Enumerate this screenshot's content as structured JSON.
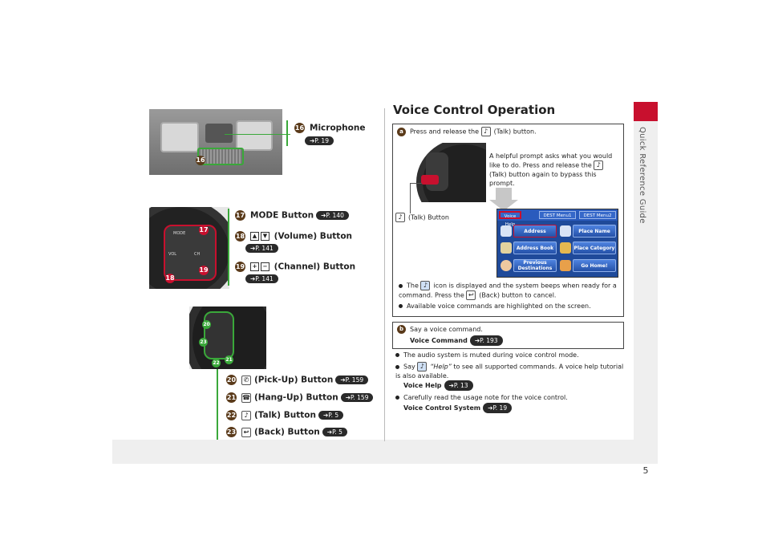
{
  "sidebar": {
    "label": "Quick Reference Guide",
    "page_number": "5"
  },
  "left": {
    "microphone": {
      "num": "16",
      "label": "Microphone",
      "ref": "P. 19"
    },
    "mode": {
      "num": "17",
      "label": "MODE Button",
      "ref": "P. 140"
    },
    "volume": {
      "num": "18",
      "key_up": "▲",
      "key_down": "▼",
      "label": "(Volume) Button",
      "ref": "P. 141"
    },
    "channel": {
      "num": "19",
      "key_plus": "+",
      "key_minus": "−",
      "label": "(Channel) Button",
      "ref": "P. 141"
    },
    "pickup": {
      "num": "20",
      "label": "(Pick-Up) Button",
      "ref": "P. 159"
    },
    "hangup": {
      "num": "21",
      "label": "(Hang-Up) Button",
      "ref": "P. 159"
    },
    "talk": {
      "num": "22",
      "label": "(Talk) Button",
      "ref": "P. 5"
    },
    "back": {
      "num": "23",
      "label": "(Back) Button",
      "ref": "P. 5"
    },
    "photo_labels": {
      "mode": "MODE",
      "vol": "VOL",
      "ch": "CH"
    }
  },
  "right": {
    "title": "Voice Control Operation",
    "step1": {
      "num": "a",
      "text_before": "Press and release the",
      "text_after": "(Talk) button.",
      "prompt": "A helpful prompt asks what you would like to do. Press and release the",
      "prompt_after": "(Talk) button again to bypass this prompt.",
      "talk_label": "(Talk) Button",
      "bullet1_a": "The",
      "bullet1_b": "icon is displayed and the system beeps when ready for a command. Press the",
      "bullet1_c": "(Back) button to cancel.",
      "bullet2": "Available voice commands are highlighted on the screen."
    },
    "nav_screen": {
      "tabs": [
        "Voice Help",
        "DEST Menu1",
        "DEST Menu2"
      ],
      "buttons": [
        "Address",
        "Place Name",
        "Address Book",
        "Place Category",
        "Previous Destinations",
        "Go Home!"
      ]
    },
    "step2": {
      "num": "b",
      "text": "Say a voice command.",
      "link": "Voice Command",
      "ref": "P. 193"
    },
    "notes": [
      {
        "text": "The audio system is muted during voice control mode."
      },
      {
        "text_a": "Say",
        "quote": "“Help”",
        "text_b": "to see all supported commands. A voice help tutorial is also available.",
        "link": "Voice Help",
        "ref": "P. 13"
      },
      {
        "text": "Carefully read the usage note for the voice control.",
        "link": "Voice Control System",
        "ref": "P. 19"
      }
    ]
  },
  "colors": {
    "accent_red": "#c8102e",
    "callout_green": "#3aa83a",
    "number_badge": "#5a3a1a"
  }
}
